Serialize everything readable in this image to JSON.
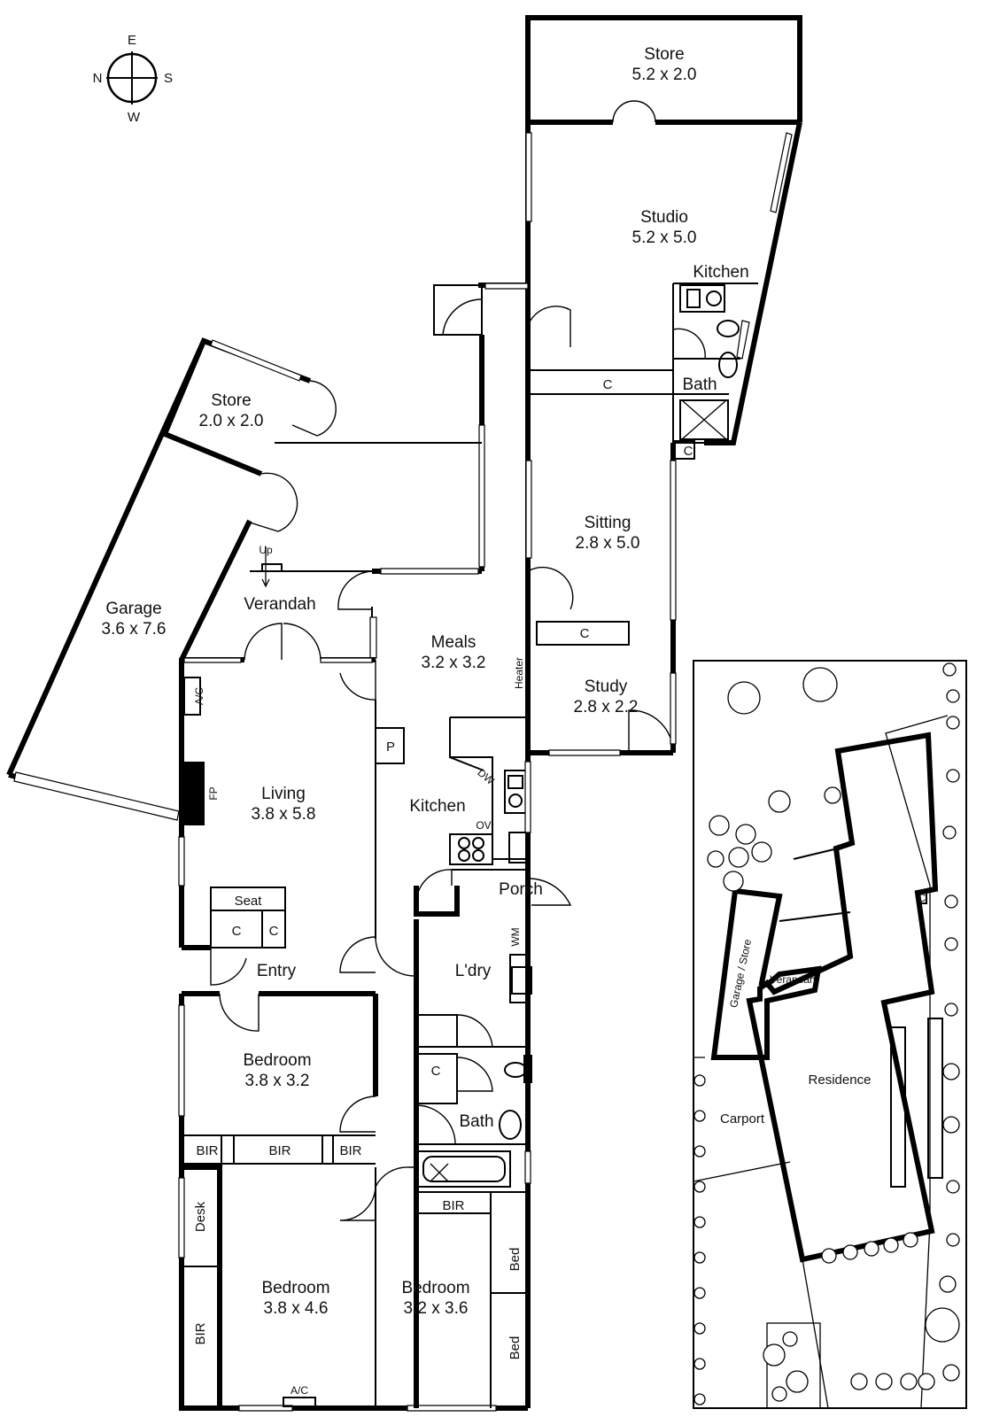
{
  "compass": {
    "e": "E",
    "n": "N",
    "s": "S",
    "w": "W"
  },
  "rooms": {
    "store_top": {
      "name": "Store",
      "size": "5.2 x 2.0"
    },
    "studio": {
      "name": "Studio",
      "size": "5.2 x 5.0"
    },
    "studio_kitchen": "Kitchen",
    "studio_bath": "Bath",
    "sitting": {
      "name": "Sitting",
      "size": "2.8 x 5.0"
    },
    "study": {
      "name": "Study",
      "size": "2.8 x 2.2"
    },
    "store_left": {
      "name": "Store",
      "size": "2.0 x 2.0"
    },
    "garage": {
      "name": "Garage",
      "size": "3.6 x 7.6"
    },
    "verandah": "Verandah",
    "meals": {
      "name": "Meals",
      "size": "3.2 x 3.2"
    },
    "living": {
      "name": "Living",
      "size": "3.8 x 5.8"
    },
    "kitchen": "Kitchen",
    "porch": "Porch",
    "laundry": "L'dry",
    "entry": "Entry",
    "bedroom1": {
      "name": "Bedroom",
      "size": "3.8 x 3.2"
    },
    "bath": "Bath",
    "bedroom2": {
      "name": "Bedroom",
      "size": "3.8 x 4.6"
    },
    "bedroom3": {
      "name": "Bedroom",
      "size": "3.2 x 3.6"
    }
  },
  "fixtures": {
    "c": "C",
    "up": "Up",
    "heater": "Heater",
    "ac": "A/C",
    "fp": "FP",
    "p": "P",
    "dw": "DW",
    "ov": "OV",
    "seat": "Seat",
    "wm": "WM",
    "bir": "BIR",
    "desk": "Desk",
    "bed": "Bed"
  },
  "site": {
    "garage_store": "Garage / Store",
    "verandah": "Verandah",
    "residence": "Residence",
    "carport": "Carport",
    "c": "C"
  }
}
